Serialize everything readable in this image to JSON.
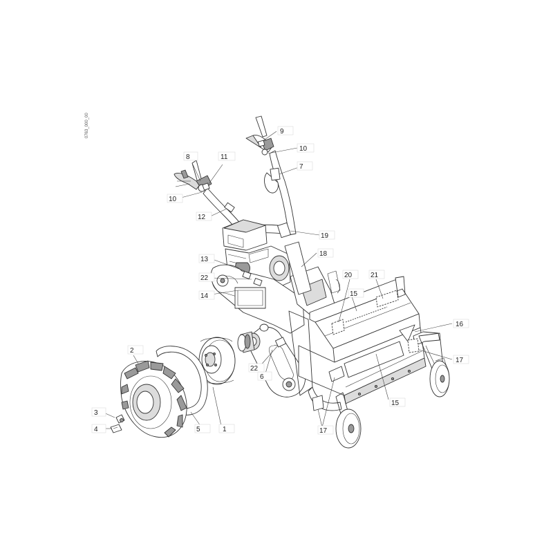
{
  "figure_code": "0763_000_00",
  "callouts": [
    {
      "id": "c1",
      "label": "1"
    },
    {
      "id": "c2",
      "label": "2"
    },
    {
      "id": "c3",
      "label": "3"
    },
    {
      "id": "c4",
      "label": "4"
    },
    {
      "id": "c5",
      "label": "5"
    },
    {
      "id": "c6",
      "label": "6"
    },
    {
      "id": "c7",
      "label": "7"
    },
    {
      "id": "c8",
      "label": "8"
    },
    {
      "id": "c9",
      "label": "9"
    },
    {
      "id": "c10a",
      "label": "10"
    },
    {
      "id": "c10b",
      "label": "10"
    },
    {
      "id": "c11",
      "label": "11"
    },
    {
      "id": "c12",
      "label": "12"
    },
    {
      "id": "c13",
      "label": "13"
    },
    {
      "id": "c14",
      "label": "14"
    },
    {
      "id": "c15a",
      "label": "15"
    },
    {
      "id": "c15b",
      "label": "15"
    },
    {
      "id": "c16",
      "label": "16"
    },
    {
      "id": "c17a",
      "label": "17"
    },
    {
      "id": "c17b",
      "label": "17"
    },
    {
      "id": "c18",
      "label": "18"
    },
    {
      "id": "c19",
      "label": "19"
    },
    {
      "id": "c20",
      "label": "20"
    },
    {
      "id": "c21",
      "label": "21"
    },
    {
      "id": "c22a",
      "label": "22"
    },
    {
      "id": "c22b",
      "label": "22"
    }
  ]
}
